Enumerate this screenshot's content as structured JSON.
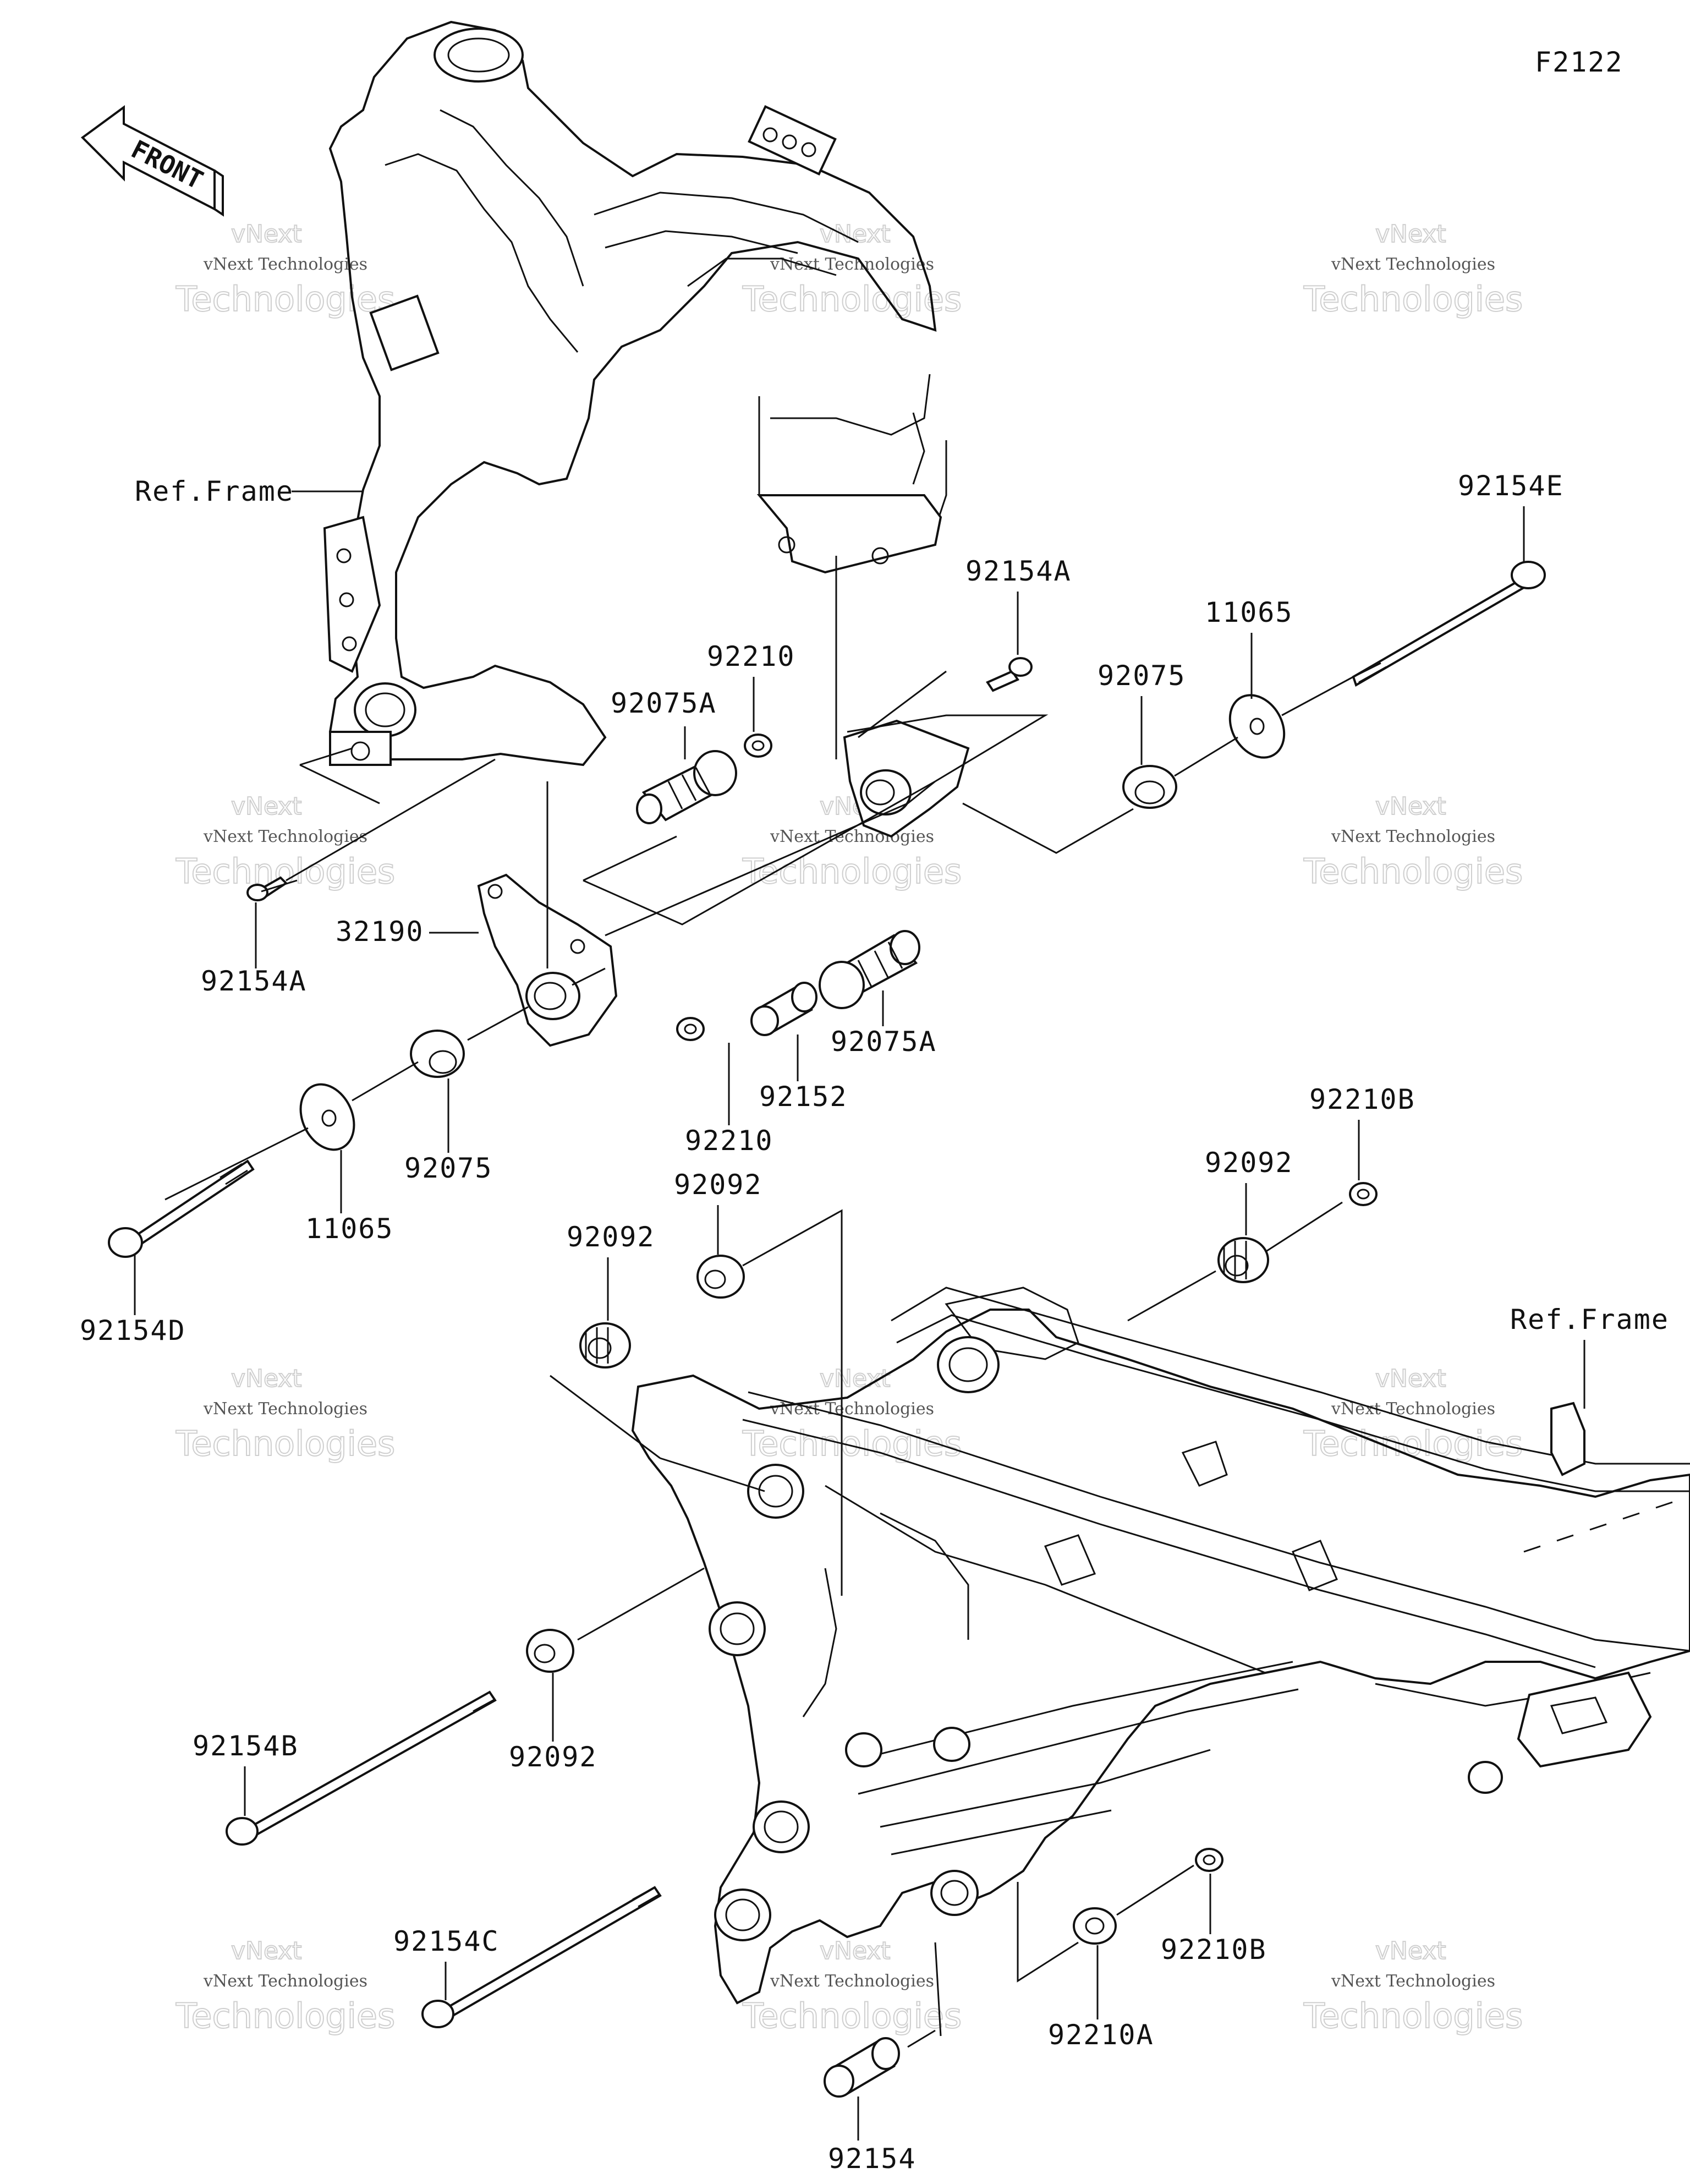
{
  "diagram_code": "F2122",
  "front_label": "FRONT",
  "watermark": {
    "line1": "vNext Technologies",
    "line2": "Technologies",
    "line3": "vNext"
  },
  "ref_frame_upper": "Ref.Frame",
  "ref_frame_lower": "Ref.Frame",
  "parts": {
    "p92154E": "92154E",
    "p92154A_top": "92154A",
    "p11065_top": "11065",
    "p92075_top": "92075",
    "p92210_top": "92210",
    "p92075A_top": "92075A",
    "p92154A_left": "92154A",
    "p32190": "32190",
    "p92075A_right": "92075A",
    "p92152": "92152",
    "p92210_mid": "92210",
    "p92075_left": "92075",
    "p11065_left": "11065",
    "p92154D": "92154D",
    "p92210B_top": "92210B",
    "p92092_right": "92092",
    "p92092_mid": "92092",
    "p92092_left": "92092",
    "p92092_low": "92092",
    "p92154B": "92154B",
    "p92154C": "92154C",
    "p92210B_low": "92210B",
    "p92210A": "92210A",
    "p92154": "92154"
  }
}
